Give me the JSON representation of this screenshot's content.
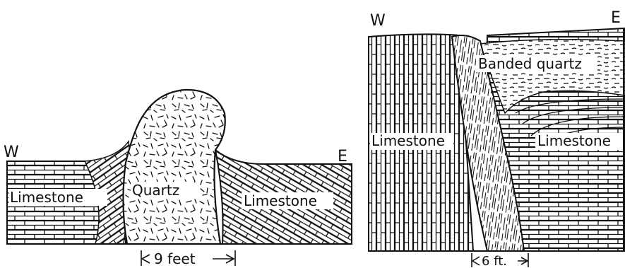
{
  "left_section": {
    "west": "W",
    "east": "E",
    "limestone_left": "Limestone",
    "quartz": "Quartz",
    "limestone_right": "Limestone",
    "scale": "9 feet"
  },
  "right_section": {
    "west": "W",
    "east": "E",
    "banded_quartz": "Banded quartz",
    "limestone_left": "Limestone",
    "limestone_right": "Limestone",
    "scale": "6 ft."
  }
}
